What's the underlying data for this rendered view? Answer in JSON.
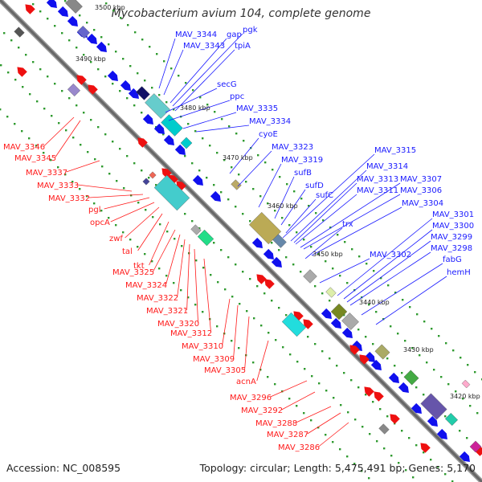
{
  "title": "Mycobacterium avium 104, complete genome",
  "footer": {
    "accession": "Accession: NC_008595",
    "summary": "Topology: circular; Length: 5,475,491 bp; Genes: 5,170"
  },
  "colors": {
    "plus_strand": "#1010ee",
    "minus_strand": "#ee1010",
    "label_plus": "#1a1aff",
    "label_minus": "#ff1a1a",
    "backbone": "#888888",
    "dots": "#2f9a2f",
    "tick_label": "#222222"
  },
  "ticks": [
    "3500 kbp",
    "3490 kbp",
    "3480 kbp",
    "3470 kbp",
    "3460 kbp",
    "3450 kbp",
    "3440 kbp",
    "3430 kbp",
    "3420 kbp"
  ],
  "genes_plus": [
    "MAV_3344",
    "MAV_3343",
    "gap",
    "pgk",
    "tpiA",
    "secG",
    "ppc",
    "MAV_3335",
    "MAV_3334",
    "cyoE",
    "MAV_3323",
    "MAV_3319",
    "sufB",
    "sufD",
    "sufC",
    "MAV_3315",
    "MAV_3314",
    "MAV_3313",
    "MAV_3311",
    "MAV_3307",
    "MAV_3306",
    "MAV_3304",
    "trx",
    "MAV_3302",
    "MAV_3301",
    "MAV_3300",
    "MAV_3299",
    "MAV_3298",
    "fabG",
    "hemH"
  ],
  "genes_minus": [
    "MAV_3346",
    "MAV_3345",
    "MAV_3337",
    "MAV_3333",
    "MAV_3332",
    "pgl",
    "opcA",
    "zwf",
    "tal",
    "tkt",
    "MAV_3325",
    "MAV_3324",
    "MAV_3322",
    "MAV_3321",
    "MAV_3320",
    "MAV_3312",
    "MAV_3310",
    "MAV_3309",
    "MAV_3305",
    "acnA",
    "MAV_3296",
    "MAV_3292",
    "MAV_3288",
    "MAV_3287",
    "MAV_3286"
  ]
}
